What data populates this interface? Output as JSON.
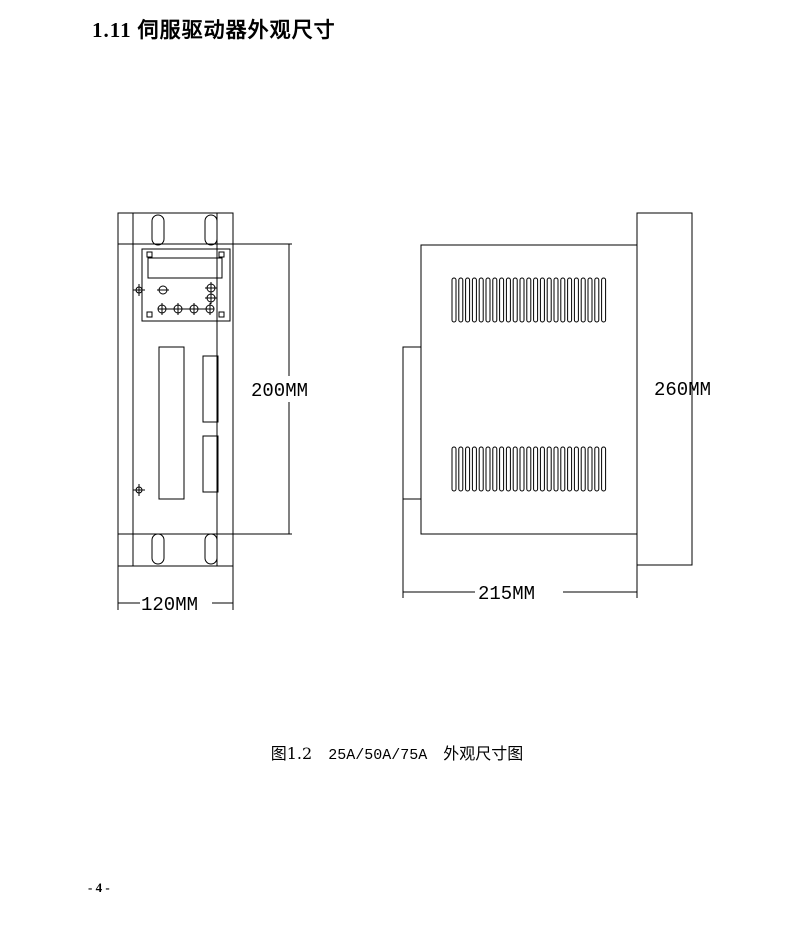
{
  "section": {
    "number": "1.11",
    "title": "伺服驱动器外观尺寸"
  },
  "front_view": {
    "height_label": "200MM",
    "width_label": "120MM"
  },
  "side_view": {
    "height_label": "260MM",
    "depth_label": "215MM"
  },
  "caption": {
    "prefix": "图1.2",
    "models": "25A/50A/75A",
    "suffix": "外观尺寸图"
  },
  "footer": {
    "page_number": "- 4 -"
  }
}
